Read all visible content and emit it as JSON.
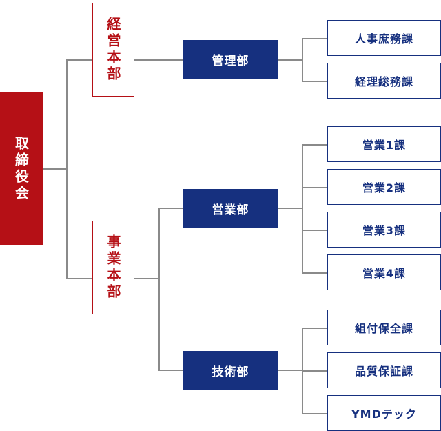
{
  "board": {
    "label": "取締役会"
  },
  "hq": [
    {
      "label": "経営本部"
    },
    {
      "label": "事業本部"
    }
  ],
  "departments": [
    {
      "label": "管理部"
    },
    {
      "label": "営業部"
    },
    {
      "label": "技術部"
    }
  ],
  "sections": [
    {
      "label": "人事庶務課"
    },
    {
      "label": "経理総務課"
    },
    {
      "label": "営業1課"
    },
    {
      "label": "営業2課"
    },
    {
      "label": "営業3課"
    },
    {
      "label": "営業4課"
    },
    {
      "label": "組付保全課"
    },
    {
      "label": "品質保証課"
    },
    {
      "label": "YMDテック"
    }
  ],
  "colors": {
    "board": "#b51016",
    "department": "#16307f",
    "connector": "#8a8a8a"
  }
}
